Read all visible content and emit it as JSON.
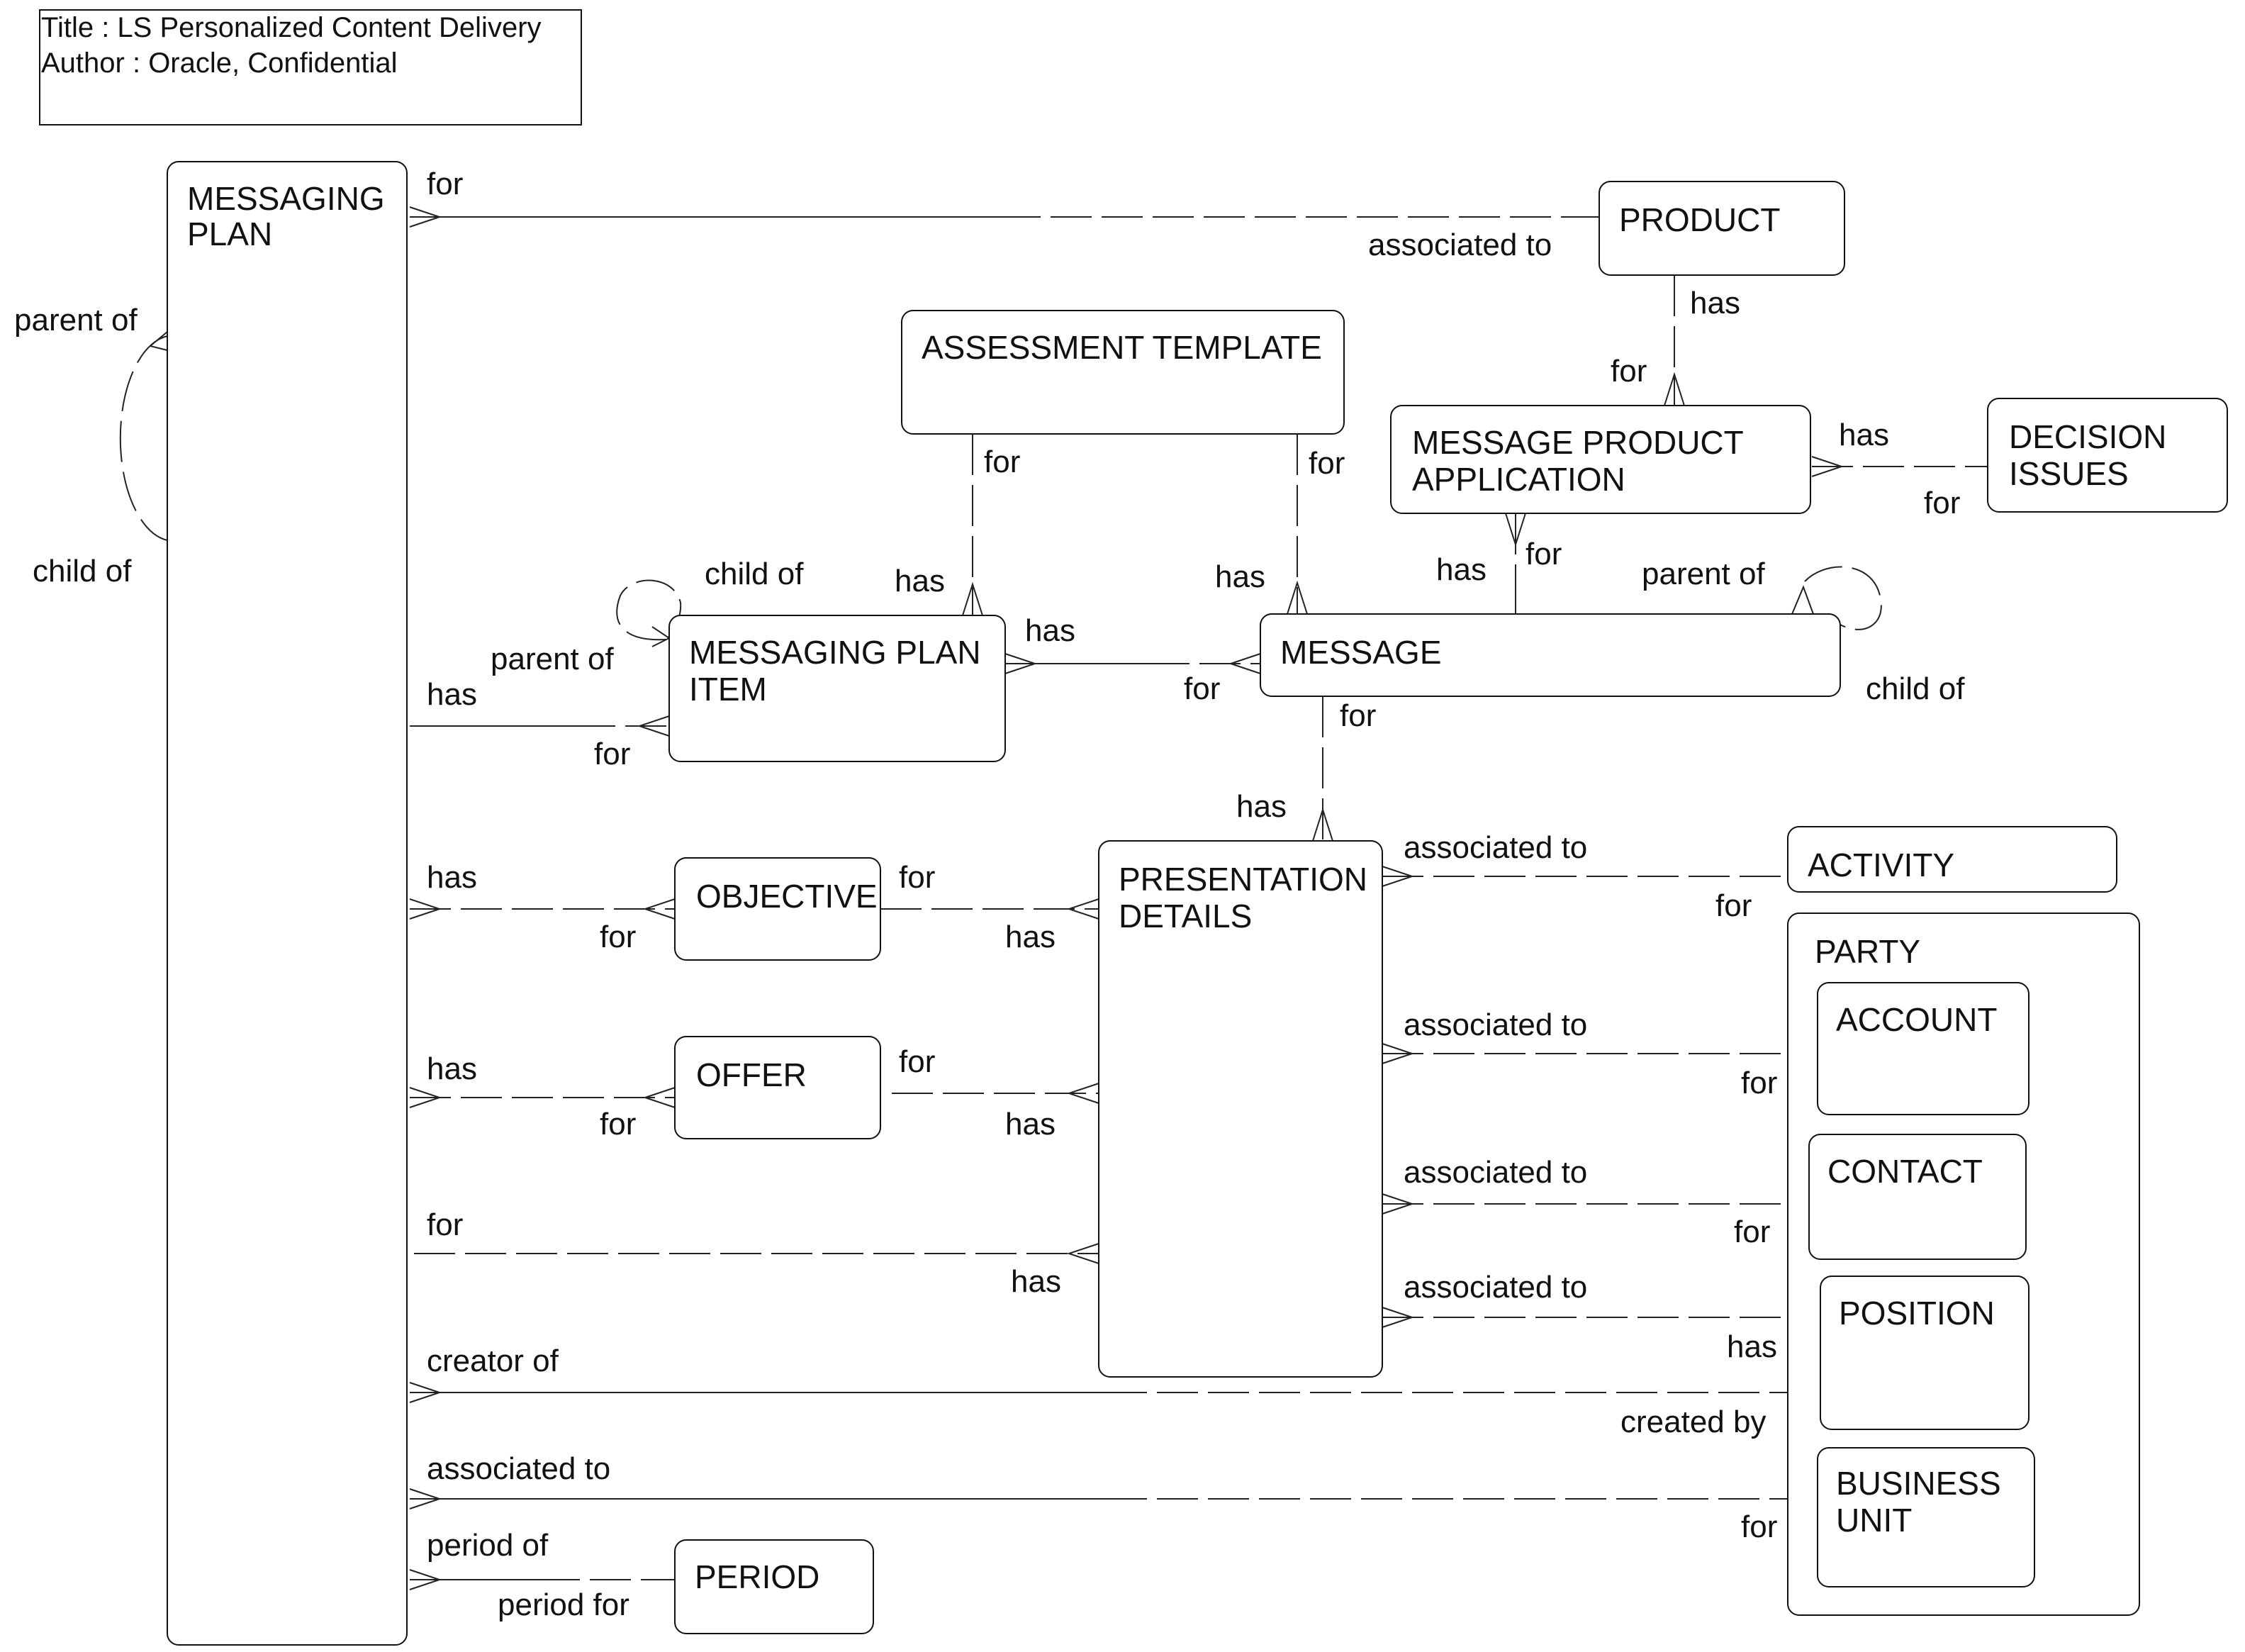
{
  "header": {
    "title_line": "Title : LS Personalized Content Delivery",
    "author_line": "Author : Oracle, Confidential"
  },
  "entities": {
    "messaging_plan": [
      "MESSAGING",
      "PLAN"
    ],
    "product": [
      "PRODUCT"
    ],
    "assessment_template": [
      "ASSESSMENT TEMPLATE"
    ],
    "message_product_application": [
      "MESSAGE PRODUCT",
      "APPLICATION"
    ],
    "decision_issues": [
      "DECISION",
      "ISSUES"
    ],
    "messaging_plan_item": [
      "MESSAGING PLAN",
      "ITEM"
    ],
    "message": [
      "MESSAGE"
    ],
    "presentation_details": [
      "PRESENTATION",
      "DETAILS"
    ],
    "activity": [
      "ACTIVITY"
    ],
    "objective": [
      "OBJECTIVE"
    ],
    "offer": [
      "OFFER"
    ],
    "party": [
      "PARTY"
    ],
    "account": [
      "ACCOUNT"
    ],
    "contact": [
      "CONTACT"
    ],
    "position": [
      "POSITION"
    ],
    "business_unit": [
      "BUSINESS",
      "UNIT"
    ],
    "period": [
      "PERIOD"
    ]
  },
  "relationships": {
    "mp_product": [
      "for",
      "associated to"
    ],
    "mp_self": [
      "parent of",
      "child of"
    ],
    "product_mpa": [
      "has",
      "for"
    ],
    "mpa_decision": [
      "has",
      "for"
    ],
    "at_mpi": [
      "for",
      "has"
    ],
    "at_msg": [
      "for",
      "has"
    ],
    "mpi_self": [
      "child of",
      "parent of"
    ],
    "mpa_msg": [
      "has",
      "for"
    ],
    "msg_self": [
      "parent of",
      "child of"
    ],
    "mp_mpi": [
      "has",
      "for"
    ],
    "mpi_msg": [
      "has",
      "for"
    ],
    "msg_pd": [
      "for",
      "has"
    ],
    "pd_activity": [
      "associated to",
      "for"
    ],
    "mp_objective": [
      "has",
      "for"
    ],
    "objective_pd": [
      "for",
      "has"
    ],
    "mp_offer": [
      "has",
      "for"
    ],
    "offer_pd": [
      "for",
      "has"
    ],
    "pd_account": [
      "associated to",
      "for"
    ],
    "mp_pd": [
      "for",
      "has"
    ],
    "pd_contact": [
      "associated to",
      "for"
    ],
    "pd_position": [
      "associated to",
      "has"
    ],
    "mp_position": [
      "creator of",
      "created by"
    ],
    "mp_bu": [
      "associated to",
      "for"
    ],
    "mp_period": [
      "period of",
      "period for"
    ]
  }
}
